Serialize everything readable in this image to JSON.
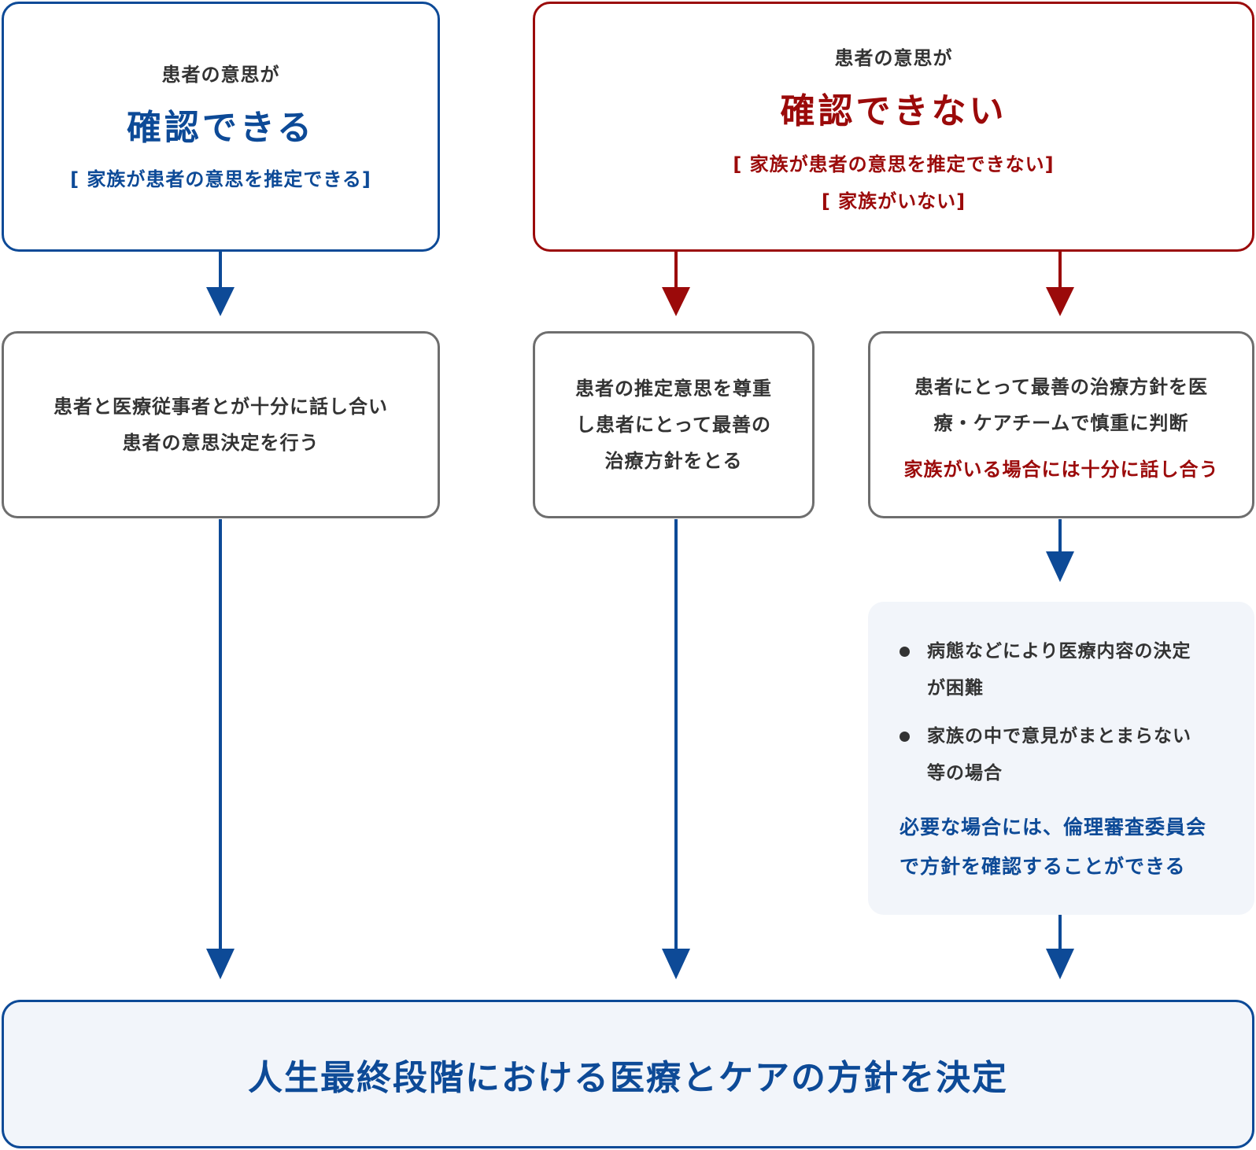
{
  "left_top": {
    "line1": "患者の意思が",
    "line2": "確認できる",
    "line3": "[ 家族が患者の意思を推定できる]"
  },
  "right_top": {
    "line1": "患者の意思が",
    "line2": "確認できない",
    "line3": "[ 家族が患者の意思を推定できない]",
    "line4": "[ 家族がいない]"
  },
  "box_a": {
    "line1": "患者と医療従事者とが十分に話し合い",
    "line2": "患者の意思決定を行う"
  },
  "box_b": {
    "line1": "患者の推定意思を尊重",
    "line2": "し患者にとって最善の",
    "line3": "治療方針をとる"
  },
  "box_c": {
    "line1": "患者にとって最善の治療方針を医",
    "line2": "療・ケアチームで慎重に判断",
    "line3": "家族がいる場合には十分に話し合う"
  },
  "note": {
    "bullets": [
      {
        "line1": "病態などにより医療内容の決定",
        "line2": "が困難"
      },
      {
        "line1": "家族の中で意見がまとまらない",
        "line2": "等の場合"
      }
    ],
    "blue_line1": "必要な場合には、倫理審査委員会",
    "blue_line2": "で方針を確認することができる"
  },
  "final": {
    "text": "人生最終段階における医療とケアの方針を決定"
  },
  "colors": {
    "blue": "#0d4a97",
    "red": "#9b0a0a",
    "gray": "#6e6e6e",
    "note_bg": "#f2f5fa"
  }
}
